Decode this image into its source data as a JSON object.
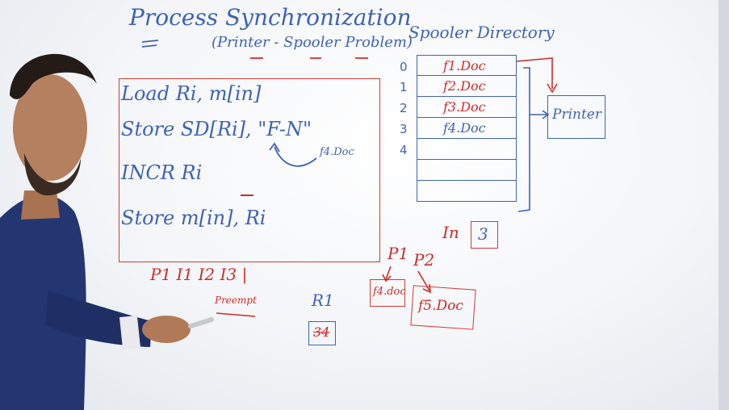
{
  "board": {
    "title": "Process Synchronization",
    "subtitle": "(Printer - Spooler Problem)",
    "instructions": [
      {
        "id": "I1",
        "text": "Load Ri, m[in]"
      },
      {
        "id": "I2",
        "text": "Store SD[Ri], \"F-N\""
      },
      {
        "id": "I3",
        "text": "INCR Ri"
      },
      {
        "id": "I4",
        "text": "Store m[in], Ri"
      }
    ],
    "annotation_f4": "f4.Doc",
    "spooler": {
      "title": "Spooler Directory",
      "rows": [
        {
          "index": "0",
          "value": "f1.Doc"
        },
        {
          "index": "1",
          "value": "f2.Doc"
        },
        {
          "index": "2",
          "value": "f3.Doc"
        },
        {
          "index": "3",
          "value": "f4.Doc"
        },
        {
          "index": "4",
          "value": ""
        },
        {
          "index": "",
          "value": ""
        },
        {
          "index": "",
          "value": ""
        }
      ]
    },
    "printer": "Printer",
    "in_label": "In",
    "in_value": "3",
    "trace": "P1 I1 I2 I3 |",
    "preempt": "Preempt",
    "r1_label": "R1",
    "r1_value": "34",
    "p1_label": "P1",
    "p2_label": "P2",
    "p1_doc": "f4.doc",
    "p2_doc": "f5.Doc"
  },
  "colors": {
    "ink_blue": "#3f63b3",
    "ink_red": "#cf2a2a",
    "board": "#f3f5f8",
    "shirt": "#243672"
  }
}
